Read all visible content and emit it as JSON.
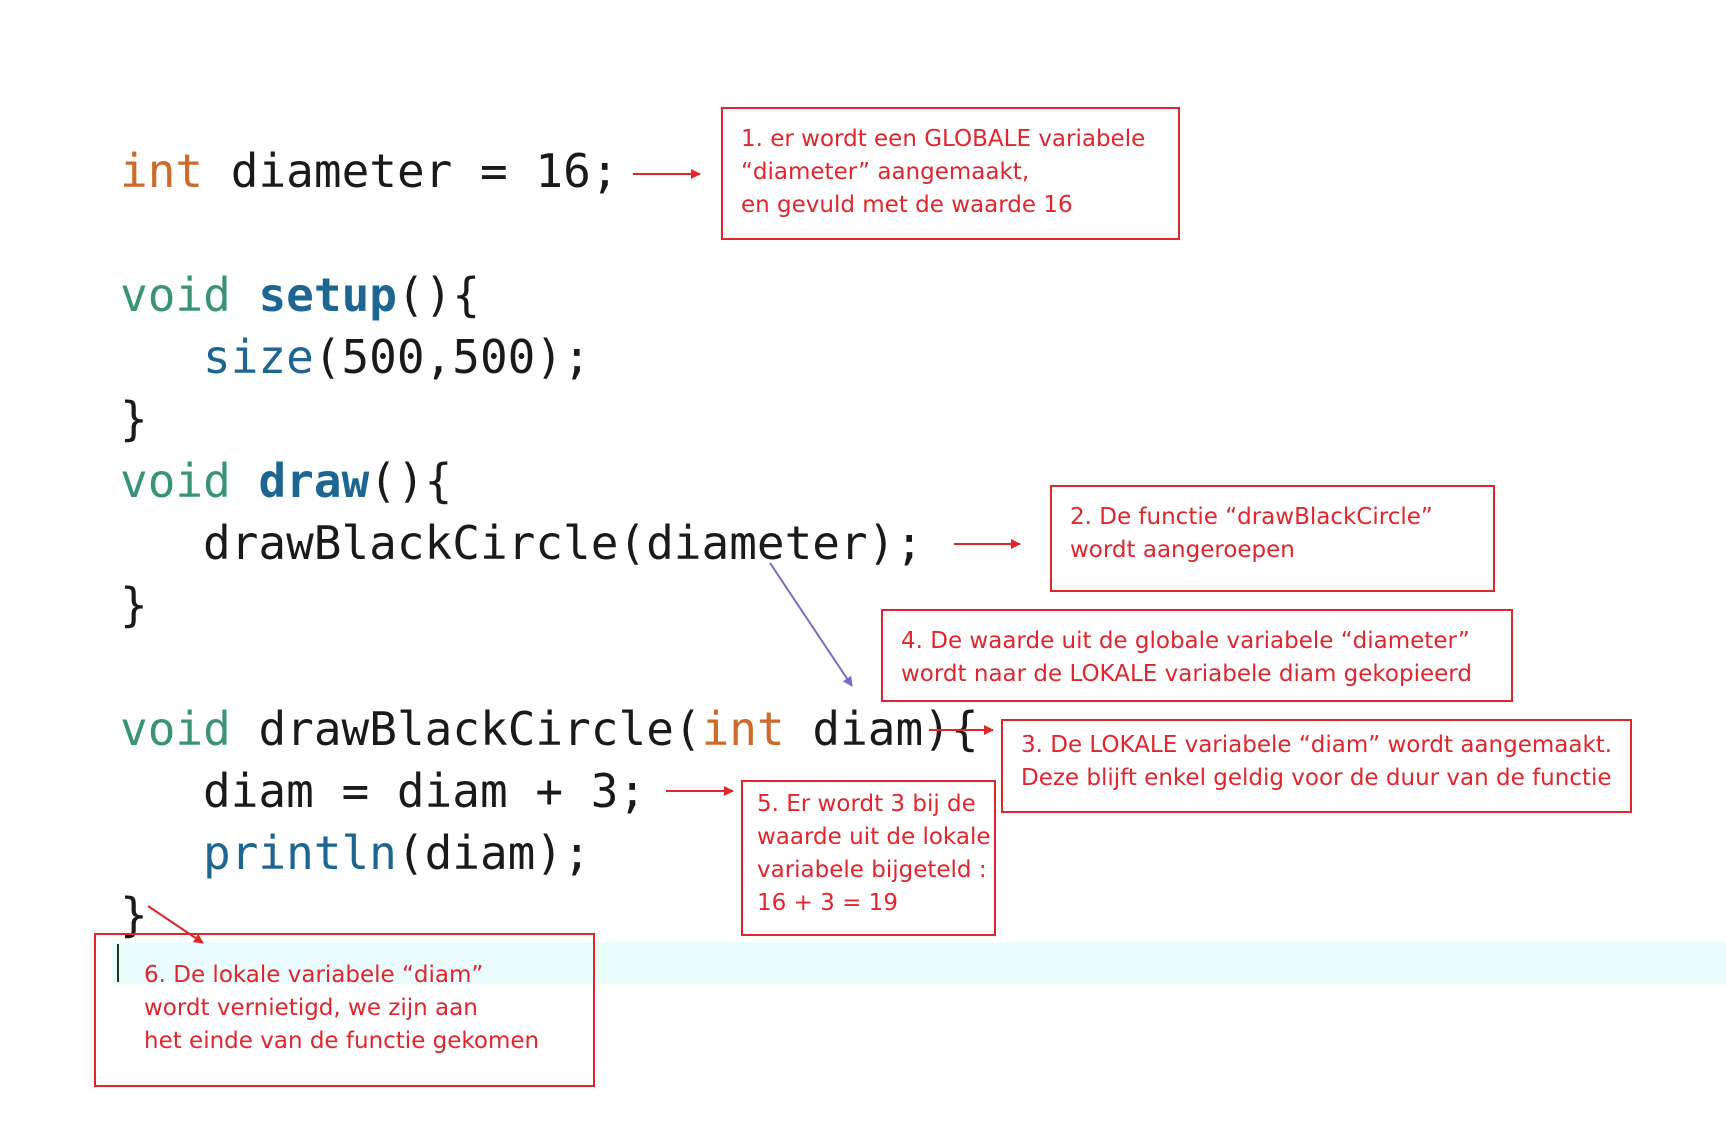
{
  "code": {
    "line1": [
      "int",
      " diameter = 16;"
    ],
    "line2": [
      "void",
      " ",
      "setup",
      "(){"
    ],
    "line3": [
      "size",
      "(500,500);"
    ],
    "line4": "}",
    "line5": [
      "void",
      " ",
      "draw",
      "(){"
    ],
    "line6": "drawBlackCircle(diameter);",
    "line7": "}",
    "line8": [
      "void",
      " drawBlackCircle(",
      "int",
      " diam){"
    ],
    "line9": "diam = diam + 3;",
    "line10": [
      "println",
      "(diam);"
    ],
    "line11": "}"
  },
  "notes": {
    "n1": [
      "1. er wordt een GLOBALE variabele",
      "“diameter” aangemaakt,",
      "en gevuld met de waarde 16"
    ],
    "n2": [
      "2. De functie “drawBlackCircle”",
      "wordt aangeroepen"
    ],
    "n3": [
      "3. De LOKALE variabele “diam” wordt aangemaakt.",
      "Deze blijft enkel geldig voor de duur van de functie"
    ],
    "n4": [
      "4. De waarde uit de globale variabele “diameter”",
      "wordt naar de LOKALE variabele diam gekopieerd"
    ],
    "n5": [
      "5. Er wordt 3 bij de",
      "waarde uit de lokale",
      "variabele bijgeteld :",
      "16 + 3 = 19"
    ],
    "n6": [
      "6. De lokale variabele “diam”",
      "wordt vernietigd, we zijn aan",
      "het einde van de functie gekomen"
    ]
  },
  "colors": {
    "annotation_red": "#e0252c",
    "keyword_orange": "#cc6b2c",
    "keyword_green": "#3a9278",
    "function_blue": "#1d6691",
    "arrow_purple": "#7b68c9",
    "current_line_bg": "#eafcfb"
  }
}
